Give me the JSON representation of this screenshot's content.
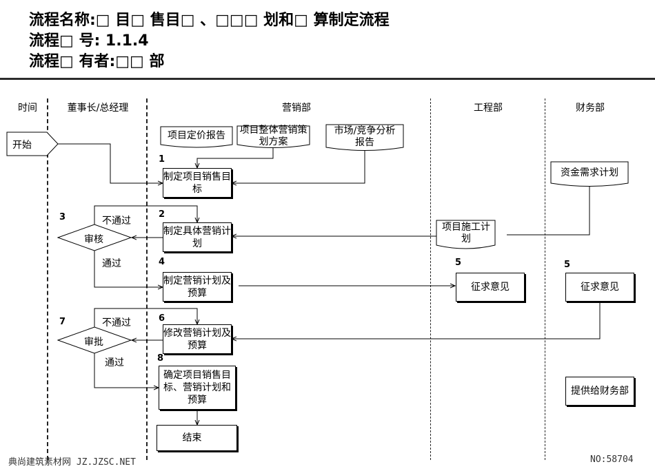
{
  "header": {
    "name_line": "流程名称:□ 目□ 售目□ 、□□□ 划和□ 算制定流程",
    "number_line": "流程□ 号: 1.1.4",
    "owner_line": "流程□ 有者:□□ 部"
  },
  "lanes": [
    "时间",
    "董事长/总经理",
    "营销部",
    "工程部",
    "财务部"
  ],
  "docs": {
    "pricing_report": "项目定价报告",
    "overall_plan": "项目整体营销策划方案",
    "market_report": "市场/竞争分析报告",
    "capital_plan": "资金需求计划",
    "construction_plan": "项目施工计划"
  },
  "steps": {
    "start": "开始",
    "s1": "制定项目销售目标",
    "s2": "制定具体营销计划",
    "s3": "审核",
    "s4": "制定营销计划及预算",
    "s5a": "征求意见",
    "s5b": "征求意见",
    "s6": "修改营销计划及预算",
    "s7": "审批",
    "s8": "确定项目销售目标、营销计划和预算",
    "finance": "提供给财务部",
    "end": "结束"
  },
  "numbers": [
    "1",
    "2",
    "3",
    "4",
    "5",
    "5",
    "6",
    "7",
    "8"
  ],
  "labels": {
    "fail1": "不通过",
    "pass1": "通过",
    "fail2": "不通过",
    "pass2": "通过"
  },
  "footer": {
    "left": "典尚建筑素材网 JZ.JZSC.NET",
    "right": "NO:58704"
  }
}
